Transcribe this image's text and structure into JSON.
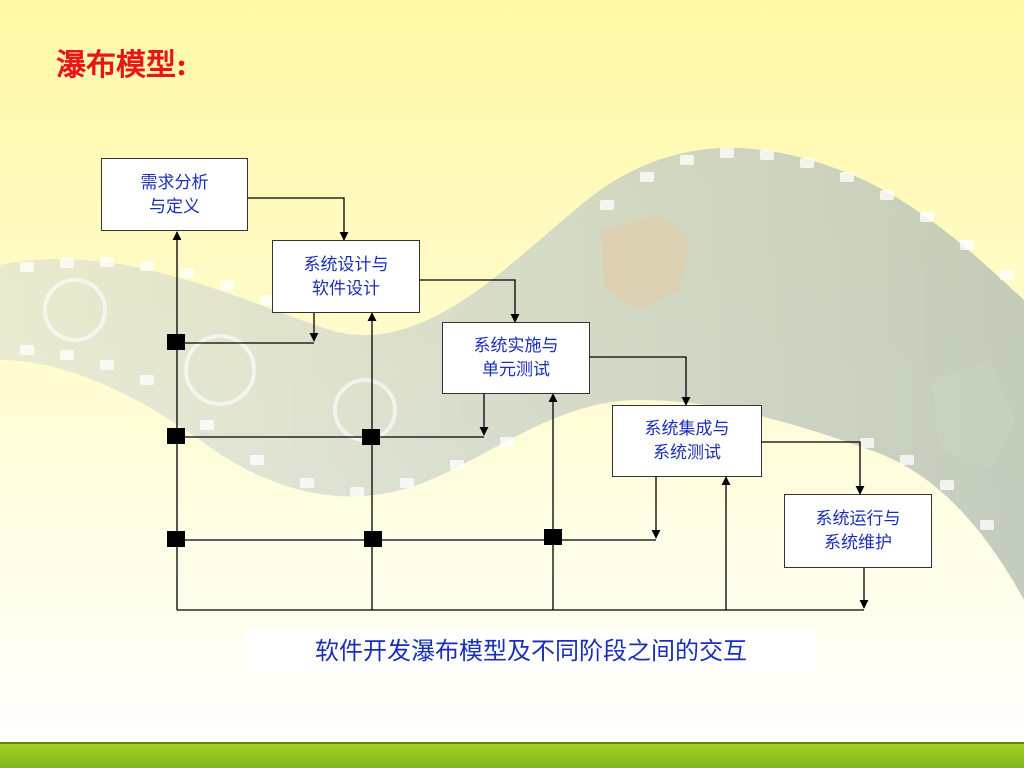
{
  "title": "瀑布模型:",
  "stages": [
    {
      "id": "req",
      "label": "需求分析\n与定义"
    },
    {
      "id": "design",
      "label": "系统设计与\n软件设计"
    },
    {
      "id": "impl",
      "label": "系统实施与\n单元测试"
    },
    {
      "id": "integ",
      "label": "系统集成与\n系统测试"
    },
    {
      "id": "ops",
      "label": "系统运行与\n系统维护"
    }
  ],
  "caption": "软件开发瀑布模型及不同阶段之间的交互",
  "colors": {
    "title": "#e8151b",
    "stage_text": "#1a2fb8",
    "caption_text": "#1a2fb8",
    "footer_bar": "#8cc21e"
  }
}
